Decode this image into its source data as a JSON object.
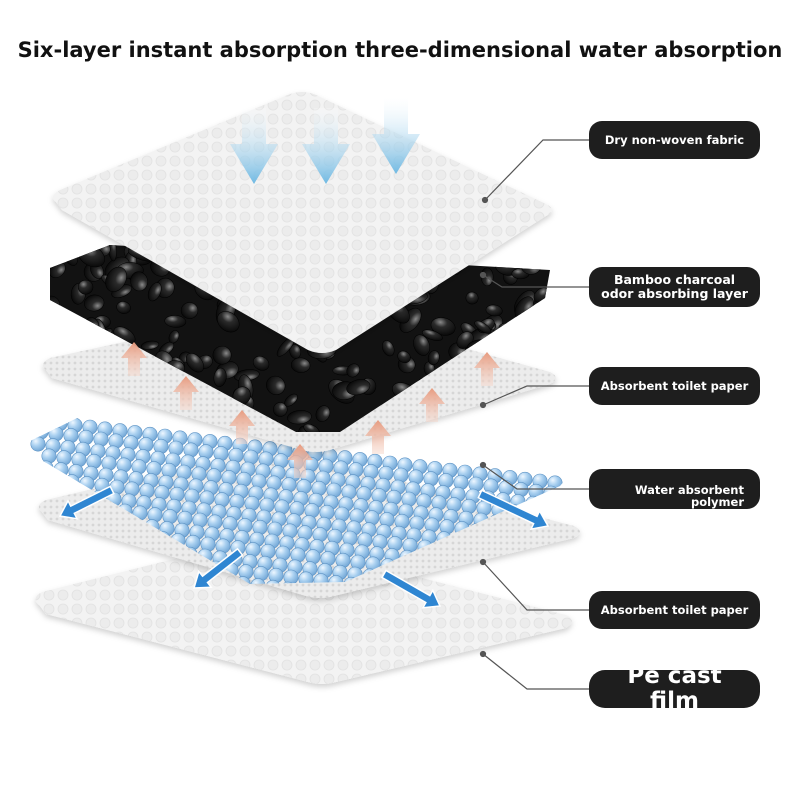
{
  "title": "Six-layer instant absorption three-dimensional water absorption",
  "layers": [
    {
      "id": "dry-fabric",
      "lines": [
        "Dry non-woven fabric"
      ]
    },
    {
      "id": "bamboo-charcoal",
      "lines": [
        "Bamboo charcoal",
        "odor absorbing layer"
      ]
    },
    {
      "id": "toilet-paper-1",
      "lines": [
        "Absorbent toilet paper"
      ]
    },
    {
      "id": "polymer",
      "lines": [
        "Water absorbent",
        "polymer"
      ]
    },
    {
      "id": "toilet-paper-2",
      "lines": [
        "Absorbent toilet paper"
      ]
    },
    {
      "id": "pe-film",
      "lines": [
        "Pe cast film"
      ]
    }
  ],
  "colors": {
    "pill": "#1e1e1e",
    "down_arrow": "#7ec3e6",
    "up_arrow": "#e8a58c",
    "spread_arrow": "#2f86d2",
    "bead": "#9cc8ea",
    "charcoal": "#151515"
  }
}
